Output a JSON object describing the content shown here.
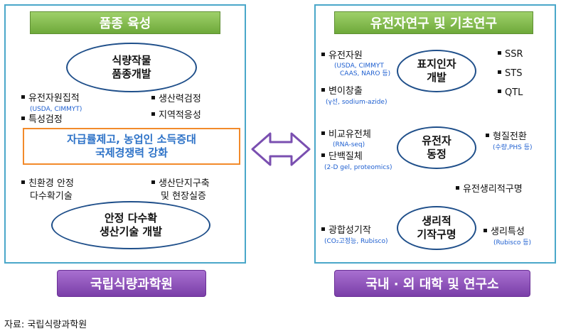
{
  "left_panel": {
    "title": "품종 육성",
    "top_node": [
      "식량작물",
      "품종개발"
    ],
    "items_left_top": [
      "유전자원집적",
      "특성검정"
    ],
    "items_left_top_sub": "(USDA, CIMMYT)",
    "items_right_top": [
      "생산력검정",
      "지역적응성"
    ],
    "central_box": [
      "자급률제고, 농업인 소득증대",
      "국제경쟁력 강화"
    ],
    "items_left_bottom": [
      "친환경 안정",
      "다수확기술"
    ],
    "items_right_bottom": [
      "생산단지구축",
      "및 현장실증"
    ],
    "bottom_node": [
      "안정 다수확",
      "생산기술 개발"
    ],
    "footer": "국립식량과학원"
  },
  "right_panel": {
    "title": "유전자연구 및 기초연구",
    "node1": [
      "표지인자",
      "개발"
    ],
    "node2": [
      "유전자",
      "동정"
    ],
    "node3": [
      "생리적",
      "기작구명"
    ],
    "left_items": [
      {
        "label": "유전자원",
        "sub": [
          "(USDA, CIMMYT",
          "CAAS, NARO 등)"
        ]
      },
      {
        "label": "변이창출",
        "sub": [
          "(γ선, sodium-azide)"
        ]
      },
      {
        "label": "비교유전체",
        "sub": [
          "(RNA-seq)"
        ]
      },
      {
        "label": "단백질체",
        "sub": [
          "(2-D gel, proteomics)"
        ]
      },
      {
        "label": "광합성기작",
        "sub": [
          "(CO₂고정능, Rubisco)"
        ]
      }
    ],
    "markers": [
      "SSR",
      "STS",
      "QTL"
    ],
    "right_items": [
      {
        "label": "형질전환",
        "sub": "(수량,PHS 등)"
      },
      {
        "label": "유전생리적구명",
        "sub": ""
      },
      {
        "label": "생리특성",
        "sub": "(Rubisco 등)"
      }
    ],
    "footer": "국내 · 외 대학 및 연구소"
  },
  "source": "자료:  국립식량과학원",
  "colors": {
    "panel_border": "#4aa7c9",
    "banner_green": "#7cb342",
    "ellipse_border": "#1f4f8a",
    "arrow_green": "#b8d98a",
    "arrow_purple": "#7a4fb0",
    "central_border": "#f28a2a",
    "footer_purple": "#8a4fbf"
  }
}
